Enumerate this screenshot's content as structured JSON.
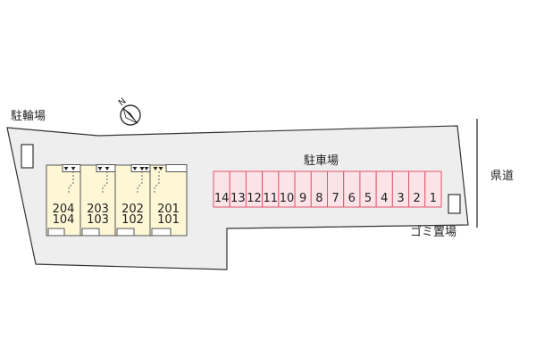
{
  "labels": {
    "bicycle_parking": "駐輪場",
    "car_parking": "駐車場",
    "prefectural_road": "県道",
    "garbage_area": "ゴミ置場",
    "north": "N"
  },
  "units": [
    {
      "upper": "204",
      "lower": "104"
    },
    {
      "upper": "203",
      "lower": "103"
    },
    {
      "upper": "202",
      "lower": "102"
    },
    {
      "upper": "201",
      "lower": "101"
    }
  ],
  "parking_spaces": [
    "14",
    "13",
    "12",
    "11",
    "10",
    "9",
    "8",
    "7",
    "6",
    "5",
    "4",
    "3",
    "2",
    "1"
  ],
  "colors": {
    "lot": "#eeeeee",
    "building": "#fdf7d6",
    "parking_fill": "#fbe3e8",
    "parking_stroke": "#e0566f",
    "outline": "#333333"
  }
}
